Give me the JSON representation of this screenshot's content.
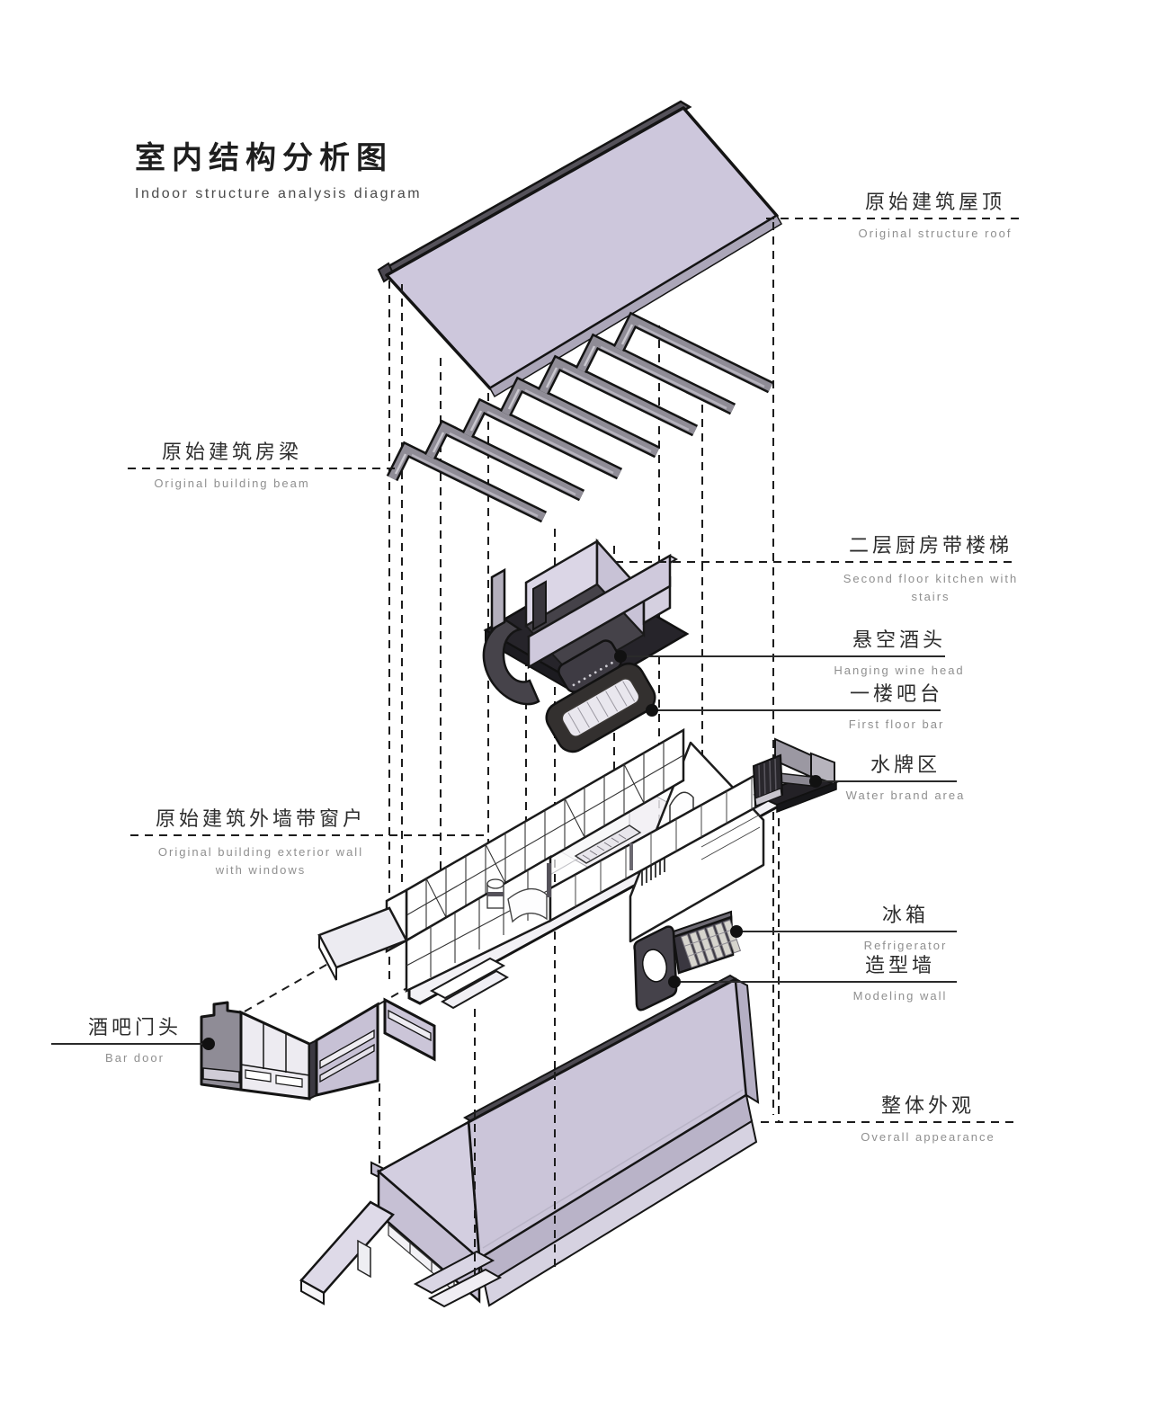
{
  "title": {
    "zh": "室内结构分析图",
    "en": "Indoor structure analysis diagram"
  },
  "labels": {
    "roof": {
      "zh": "原始建筑屋顶",
      "en": "Original structure roof"
    },
    "beam": {
      "zh": "原始建筑房梁",
      "en": "Original building beam"
    },
    "kitchen": {
      "zh": "二层厨房带楼梯",
      "en": "Second floor kitchen with stairs"
    },
    "wine_head": {
      "zh": "悬空酒头",
      "en": "Hanging wine head"
    },
    "bar": {
      "zh": "一楼吧台",
      "en": "First floor bar"
    },
    "water": {
      "zh": "水牌区",
      "en": "Water brand area"
    },
    "fridge": {
      "zh": "冰箱",
      "en": "Refrigerator"
    },
    "modeling_wall": {
      "zh": "造型墙",
      "en": "Modeling wall"
    },
    "exterior_wall": {
      "zh": "原始建筑外墙带窗户",
      "en": "Original building exterior wall with windows"
    },
    "bar_door": {
      "zh": "酒吧门头",
      "en": "Bar door"
    },
    "overall": {
      "zh": "整体外观",
      "en": "Overall appearance"
    }
  },
  "colors": {
    "background": "#ffffff",
    "lavender": "#cdc7dc",
    "lavender_light": "#dcd8e7",
    "lavender_mid": "#c6c0d4",
    "gray_element": "#98959e",
    "dark_charcoal": "#3e3b42",
    "floor_dark": "#4a4750",
    "outline": "#161616",
    "label_zh": "#2d2d2d",
    "label_en": "#8f8f8f",
    "leader_line": "#2a2a2a"
  }
}
